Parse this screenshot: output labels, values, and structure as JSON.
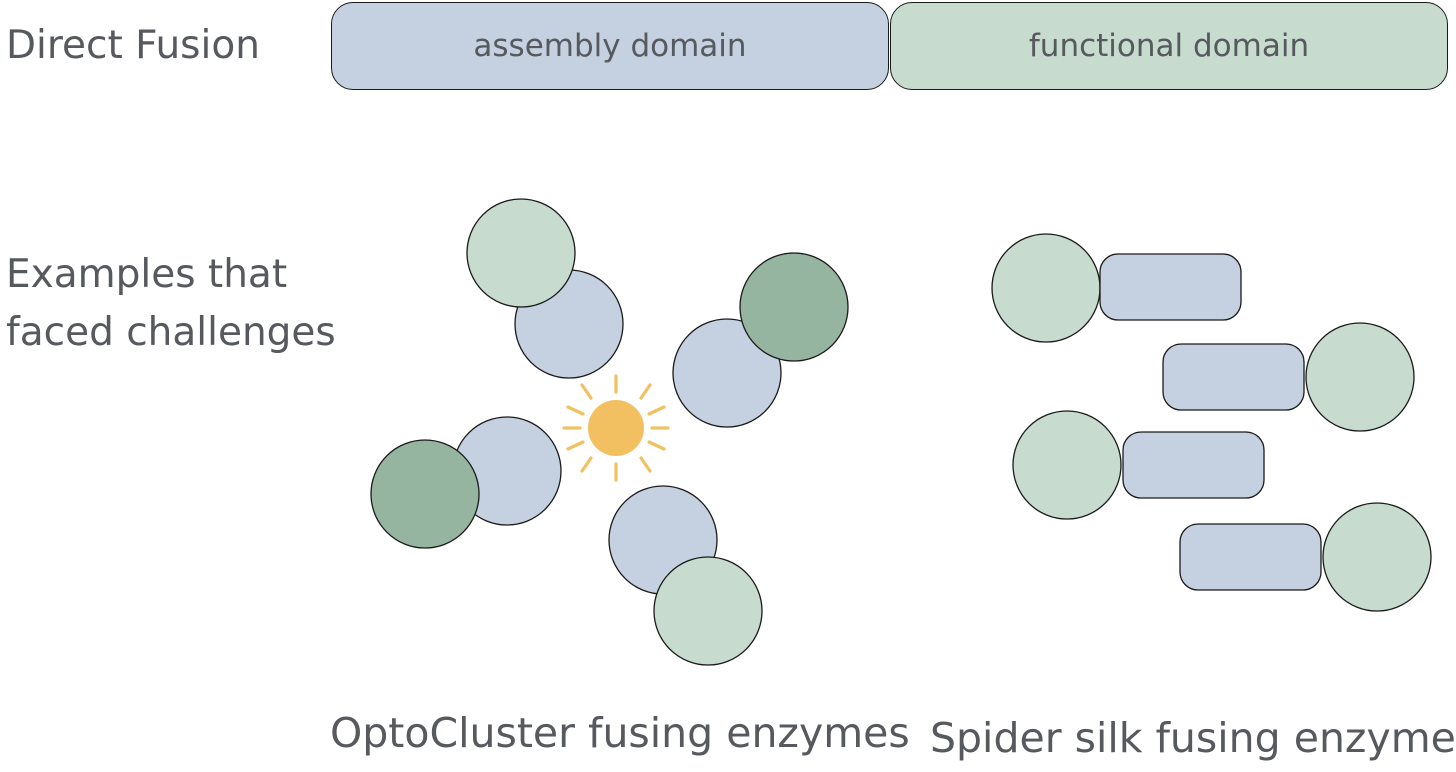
{
  "row_titles": {
    "direct_fusion": "Direct Fusion",
    "examples_line1": "Examples that",
    "examples_line2": "faced challenges"
  },
  "domains": {
    "assembly": "assembly domain",
    "functional": "functional domain"
  },
  "captions": {
    "optocluster": "OptoCluster fusing enzymes",
    "spider_silk": "Spider silk fusing enzymes"
  },
  "colors": {
    "assembly_domain": "#c5d1e0",
    "functional_domain_light": "#c7dccf",
    "functional_domain_dark": "#95b5a0",
    "light_sun": "#f2c060",
    "outline": "#1a1a1a",
    "text": "#56595e"
  },
  "icons": {
    "light": "sun-icon"
  }
}
